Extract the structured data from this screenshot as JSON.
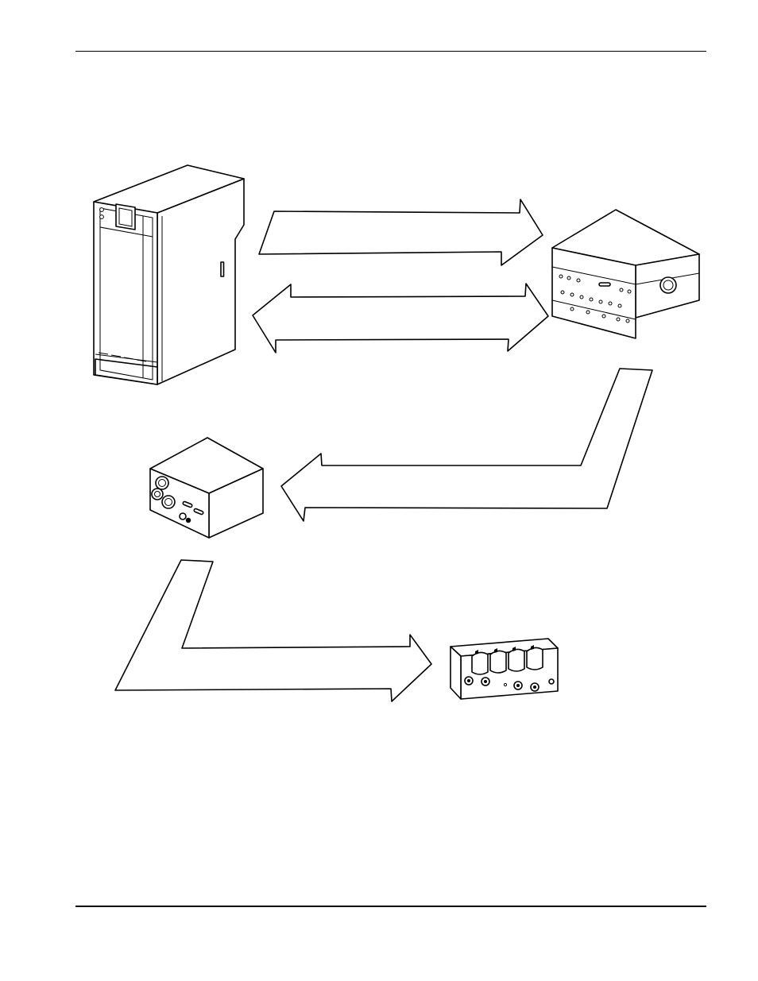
{
  "page": {
    "background": "#ffffff",
    "line_color": "#000000"
  },
  "diagram": {
    "components": [
      {
        "id": "cabinet-unit",
        "icon": "floor-cabinet-icon"
      },
      {
        "id": "control-box",
        "icon": "control-box-icon"
      },
      {
        "id": "connector-box",
        "icon": "connector-box-icon"
      },
      {
        "id": "valve-manifold",
        "icon": "valve-manifold-icon"
      }
    ],
    "connections": [
      {
        "from": "cabinet-unit",
        "to": "control-box",
        "direction": "one-way"
      },
      {
        "from": "cabinet-unit",
        "to": "control-box",
        "direction": "two-way"
      },
      {
        "from": "control-box",
        "to": "connector-box",
        "direction": "one-way"
      },
      {
        "from": "connector-box",
        "to": "valve-manifold",
        "direction": "one-way"
      }
    ]
  }
}
